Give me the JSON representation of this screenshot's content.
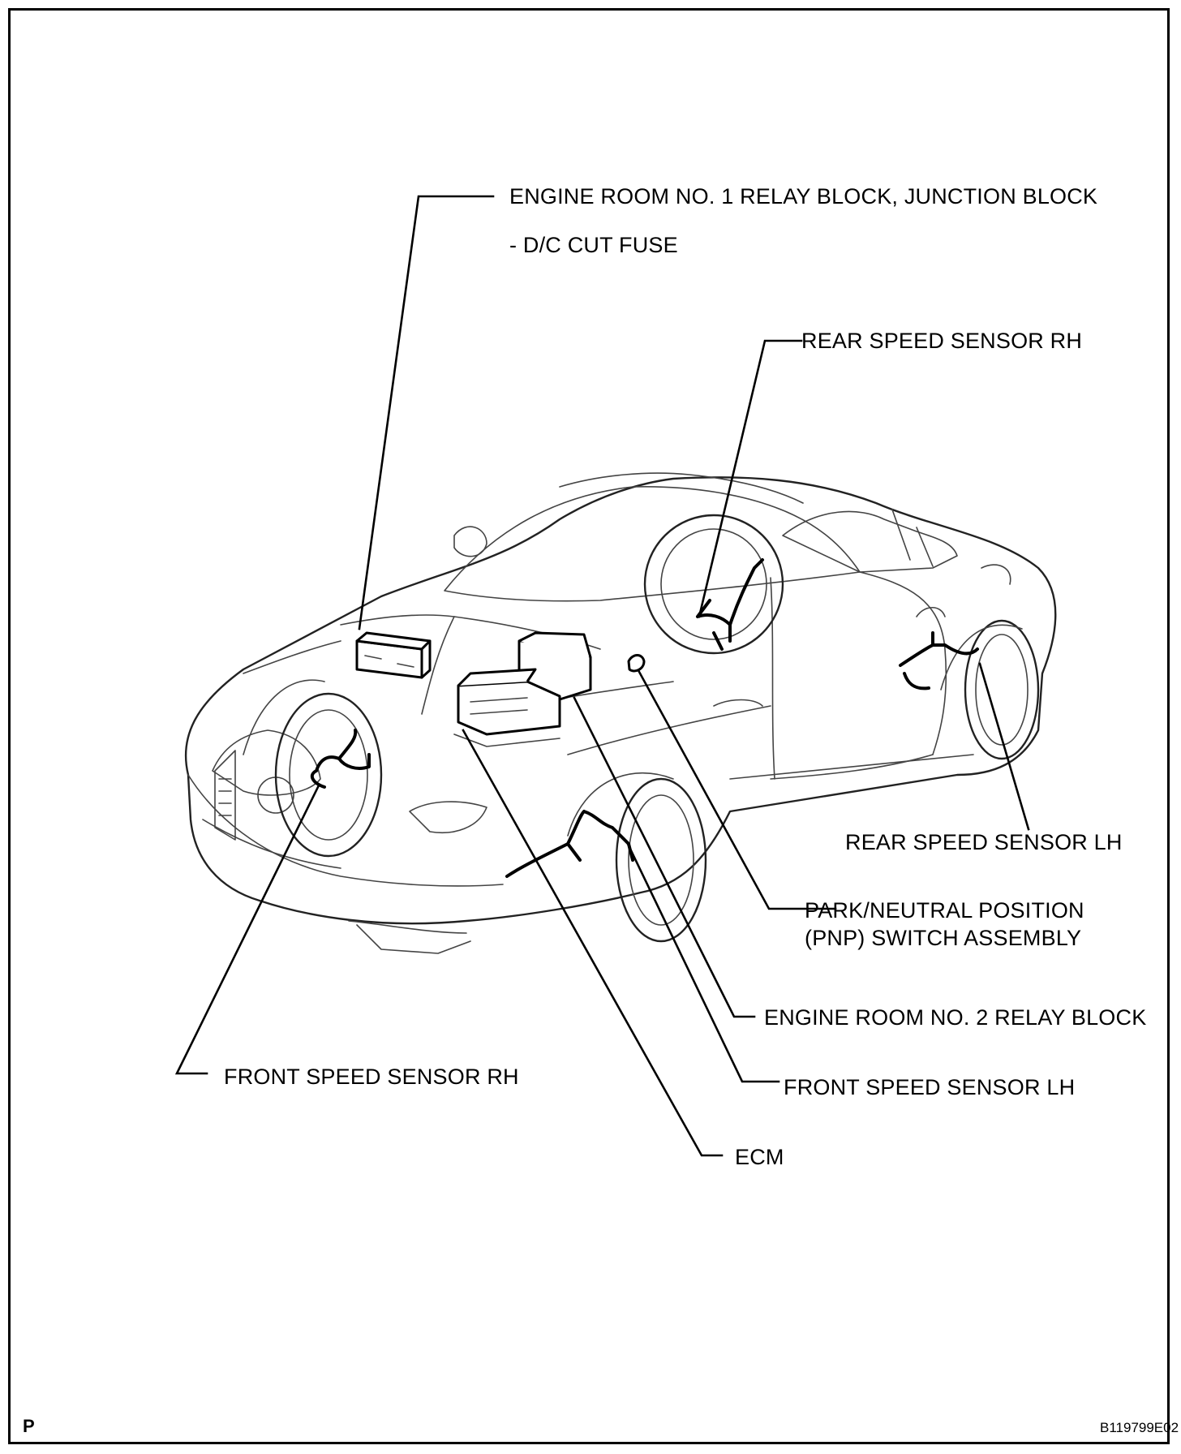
{
  "labels": {
    "engine_room_no1": "ENGINE ROOM  NO. 1 RELAY BLOCK, JUNCTION BLOCK",
    "dc_cut_fuse": "- D/C CUT FUSE",
    "rear_speed_sensor_rh": "REAR SPEED SENSOR RH",
    "rear_speed_sensor_lh": "REAR SPEED SENSOR LH",
    "pnp_switch_line1": "PARK/NEUTRAL POSITION",
    "pnp_switch_line2": "(PNP) SWITCH ASSEMBLY",
    "engine_room_no2": "ENGINE ROOM NO. 2 RELAY BLOCK",
    "front_speed_sensor_rh": "FRONT SPEED SENSOR RH",
    "front_speed_sensor_lh": "FRONT SPEED SENSOR LH",
    "ecm": "ECM"
  },
  "footer": {
    "page_mark": "P",
    "figure_id": "B119799E02"
  },
  "colors": {
    "line": "#000000",
    "car_outline": "#444444",
    "background": "#ffffff"
  }
}
